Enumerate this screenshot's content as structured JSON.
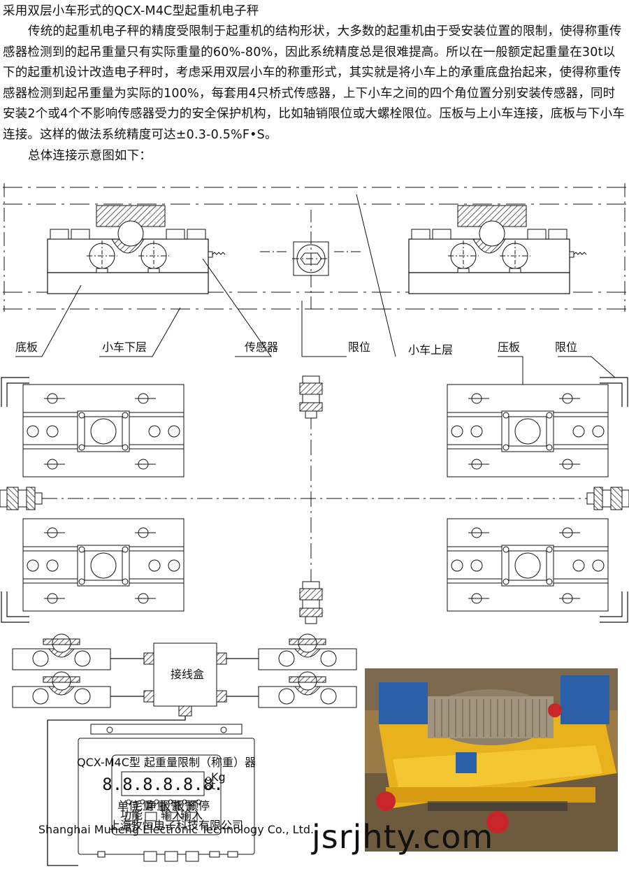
{
  "title": "采用双层小车形式的QCX-M4C型起重机电子秤",
  "paragraph": "传统的起重机电子秤的精度受限制于起重机的结构形状，大多数的起重机由于受安装位置的限制，使得称重传感器检测到的起吊重量只有实际重量的60%-80%，因此系统精度总是很难提高。所以在一般额定起重量在30t以下的起重机设计改造电子秤时，考虑采用双层小车的称重形式，其实就是将小车上的承重底盘抬起来，使得称重传感器检测到起吊重量为实际的100%，每套用4只桥式传感器，上下小车之间的四个角位置分别安装传感器，同时安装2个或4个不影响传感器受力的安全保护机构，比如轴销限位或大螺栓限位。压板与上小车连接，底板与下小车连接。这样的做法系统精度可达±0.3-0.5%F•S。",
  "caption": "总体连接示意图如下：",
  "labels": {
    "base_plate": "底板",
    "lower_trolley": "小车下层",
    "sensor": "传感器",
    "limit_1": "限位",
    "upper_trolley": "小车上层",
    "press_plate": "压板",
    "limit_2": "限位"
  },
  "junction_box": "接线盒",
  "device": {
    "model": "QCX-M4C型 起重量限制（称重）器",
    "display": "8.8.8.8.8.8.",
    "indicators": [
      "单位",
      "毛重",
      "净重",
      "报警",
      "报警",
      "预停"
    ],
    "side_ind": [
      "Kg",
      "t"
    ],
    "key_labels": [
      "功能",
      "",
      "输入",
      "输入"
    ],
    "company": "上海牧恒电子科技有限公司",
    "company_en": "Shanghai Muheng Electronic Technology Co., Ltd."
  },
  "watermark": "jsrjhty.com"
}
